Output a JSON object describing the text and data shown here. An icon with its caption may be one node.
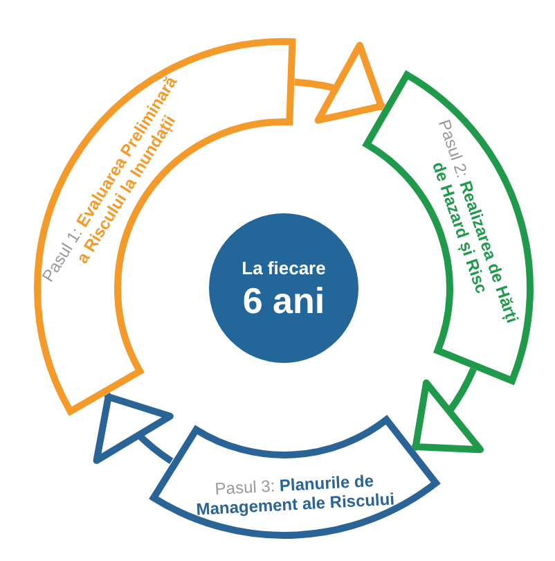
{
  "diagram": {
    "nodes": [
      {
        "text": [
          "La fiecare",
          "6 ani"
        ]
      },
      {
        "text": [
          "Pasul 1:",
          "Evaluarea Preliminară a Riscului la Inundații"
        ]
      },
      {
        "text": [
          "Pasul 2:",
          "Realizarea de Hărți de Hazard și Risc"
        ]
      },
      {
        "text": [
          "Pasul 3:",
          "Planurile de Management ale Riscului"
        ]
      }
    ],
    "edges": [
      {
        "from": 1,
        "to": 2,
        "arrow": "to",
        "color": "#f39a2b"
      },
      {
        "from": 2,
        "to": 3,
        "arrow": "to",
        "color": "#1f9a4a"
      },
      {
        "from": 3,
        "to": 1,
        "arrow": "to",
        "color": "#2a6496"
      }
    ]
  }
}
